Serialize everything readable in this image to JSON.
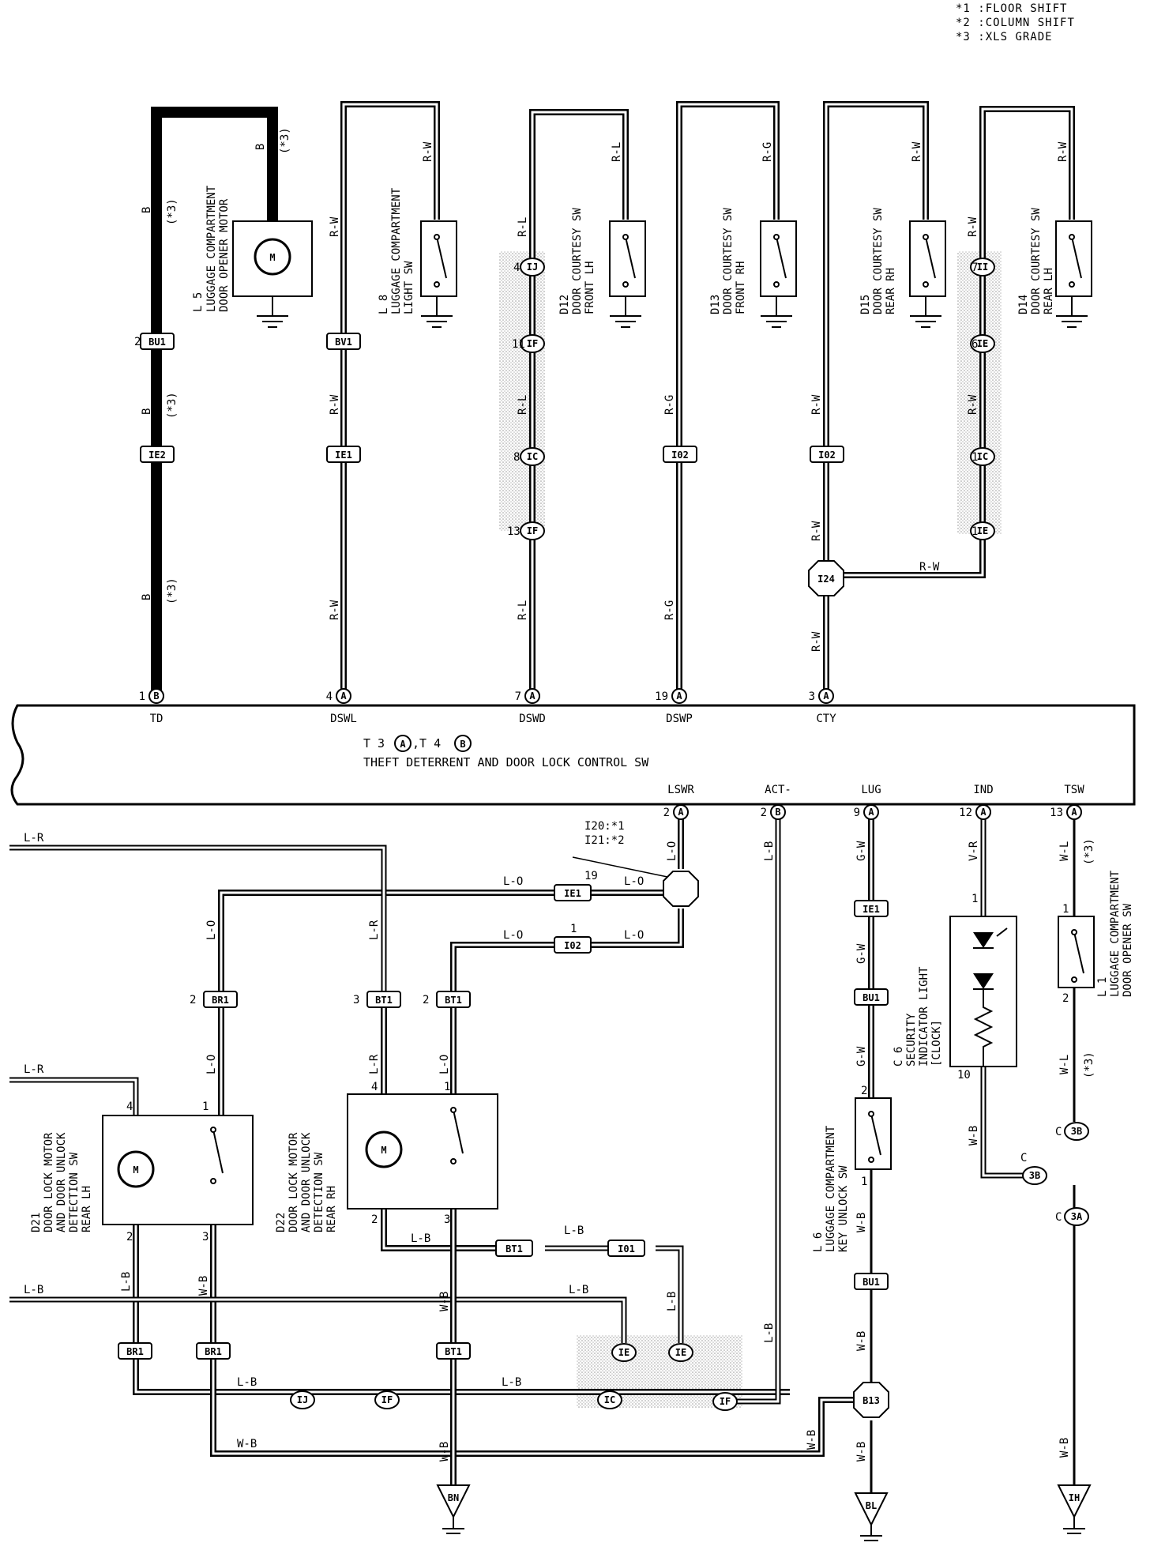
{
  "legend": [
    {
      "mark": "*1",
      "text": ":FLOOR SHIFT"
    },
    {
      "mark": "*2",
      "text": ":COLUMN SHIFT"
    },
    {
      "mark": "*3",
      "text": ":XLS GRADE"
    }
  ],
  "ecu": {
    "name_line1": "T 3",
    "mark_a": "A",
    "name_mid": ",T 4",
    "mark_b": "B",
    "name_line2": "THEFT DETERRENT AND DOOR LOCK CONTROL SW"
  },
  "ecu_top_terminals": [
    {
      "num": "1",
      "conn": "B",
      "name": "TD"
    },
    {
      "num": "4",
      "conn": "A",
      "name": "DSWL"
    },
    {
      "num": "7",
      "conn": "A",
      "name": "DSWD"
    },
    {
      "num": "19",
      "conn": "A",
      "name": "DSWP"
    },
    {
      "num": "3",
      "conn": "A",
      "name": "CTY"
    }
  ],
  "ecu_bottom_terminals": [
    {
      "num": "2",
      "conn": "A",
      "name": "LSWR"
    },
    {
      "num": "2",
      "conn": "B",
      "name": "ACT-"
    },
    {
      "num": "9",
      "conn": "A",
      "name": "LUG"
    },
    {
      "num": "12",
      "conn": "A",
      "name": "IND"
    },
    {
      "num": "13",
      "conn": "A",
      "name": "TSW"
    }
  ],
  "components": {
    "l5": [
      "L 5",
      "LUGGAGE COMPARTMENT",
      "DOOR OPENER MOTOR"
    ],
    "l8": [
      "L 8",
      "LUGGAGE COMPARTMENT",
      "LIGHT SW"
    ],
    "d12": [
      "D12",
      "DOOR COURTESY SW",
      "FRONT LH"
    ],
    "d13": [
      "D13",
      "DOOR COURTESY SW",
      "FRONT RH"
    ],
    "d15": [
      "D15",
      "DOOR COURTESY SW",
      "REAR RH"
    ],
    "d14": [
      "D14",
      "DOOR COURTESY SW",
      "REAR LH"
    ],
    "l1": [
      "L 1",
      "LUGGAGE COMPARTMENT",
      "DOOR OPENER SW"
    ],
    "c6": [
      "C 6",
      "SECURITY",
      "INDICATOR LIGHT",
      "[CLOCK]"
    ],
    "l6": [
      "L 6",
      "LUGGAGE COMPARTMENT",
      "KEY UNLOCK SW"
    ],
    "d21": [
      "D21",
      "DOOR LOCK MOTOR",
      "AND DOOR UNLOCK",
      "DETECTION SW",
      "REAR LH"
    ],
    "d22": [
      "D22",
      "DOOR LOCK MOTOR",
      "AND DOOR UNLOCK",
      "DETECTION SW",
      "REAR RH"
    ]
  },
  "connectors": {
    "bu1_top": "BU1",
    "ie2": "IE2",
    "bv1": "BV1",
    "ie1_top": "IE1",
    "i02_a": "I02",
    "i02_b": "I02",
    "ie1_mid": "IE1",
    "i02_mid": "I02",
    "br1_top": "BR1",
    "bt1_a": "BT1",
    "bt1_b": "BT1",
    "bt1_mid": "BT1",
    "i01": "I01",
    "ie1_lug": "IE1",
    "bu1_lug": "BU1",
    "bu1_low": "BU1",
    "br1_l": "BR1",
    "br1_r": "BR1",
    "bt1_low": "BT1"
  },
  "junctions": {
    "ij_top": "IJ",
    "if_top": "IF",
    "ic_top": "IC",
    "if_mid": "IF",
    "ii": "II",
    "ie_a": "IE",
    "ic_r": "IC",
    "ie_b": "IE",
    "ie_l1": "IE",
    "ie_l2": "IE",
    "ic_low": "IC",
    "if_low": "IF",
    "ij_low": "IJ",
    "if_low2": "IF",
    "j3b_a": "3B",
    "j3b_b": "3B",
    "j3a": "3A"
  },
  "splices": {
    "i24": "I24",
    "b13": "B13"
  },
  "grounds": {
    "bn": "BN",
    "bl": "BL",
    "ih": "IH"
  },
  "callouts": {
    "i20": "I20:*1",
    "i21": "I21:*2",
    "c": "C"
  },
  "wire_colors": {
    "b": "B",
    "rw": "R-W",
    "rl": "R-L",
    "rg": "R-G",
    "lo": "L-O",
    "lr": "L-R",
    "lb": "L-B",
    "wb": "W-B",
    "gw": "G-W",
    "vr": "V-R",
    "wl": "W-L"
  },
  "notes": {
    "star3": "(*3)",
    "pin1": "1",
    "pin2": "2",
    "pin3": "3",
    "pin4": "4",
    "pin10": "10"
  }
}
